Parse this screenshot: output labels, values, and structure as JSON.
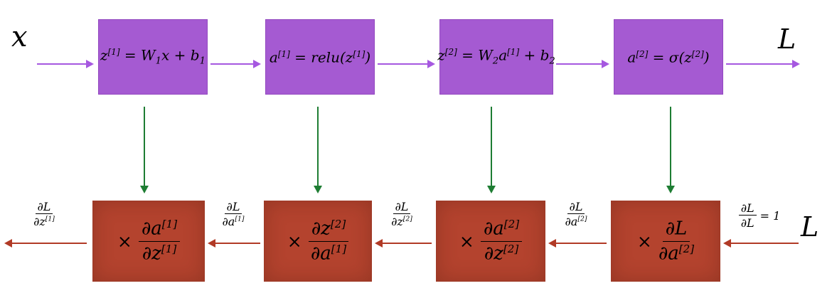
{
  "colors": {
    "forward_box": "#a55ad2",
    "forward_arrow": "#a658e0",
    "down_arrow": "#1e7d33",
    "backward_box": "#b4432e",
    "backward_arrow": "#b13a26",
    "text": "#000000"
  },
  "forward": {
    "input_label": "x",
    "output_label": "L",
    "boxes": [
      {
        "t1": "z",
        "s1": "[1]",
        "t2": " = W",
        "b1": "1",
        "t3": "x + b",
        "b2": "1"
      },
      {
        "t1": "a",
        "s1": "[1]",
        "t2": " = relu(z",
        "s2": "[1]",
        "t3": ")"
      },
      {
        "t1": "z",
        "s1": "[2]",
        "t2": " = W",
        "b1": "2",
        "t3": "a",
        "s2": "[1]",
        "t4": " + b",
        "b2": "2"
      },
      {
        "t1": "a",
        "s1": "[2]",
        "t2": " = σ(z",
        "s2": "[2]",
        "t3": ")"
      }
    ]
  },
  "backward": {
    "output_label": "L",
    "boxes": [
      {
        "times": "×",
        "num_t": "∂a",
        "num_s": "[1]",
        "den_t": "∂z",
        "den_s": "[1]"
      },
      {
        "times": "×",
        "num_t": "∂z",
        "num_s": "[2]",
        "den_t": "∂a",
        "den_s": "[1]"
      },
      {
        "times": "×",
        "num_t": "∂a",
        "num_s": "[2]",
        "den_t": "∂z",
        "den_s": "[2]"
      },
      {
        "times": "×",
        "num_t": "∂L",
        "num_s": "",
        "den_t": "∂a",
        "den_s": "[2]"
      }
    ],
    "arrow_labels": [
      {
        "num_t": "∂L",
        "num_s": "",
        "den_t": "∂z",
        "den_s": "[1]",
        "suffix": ""
      },
      {
        "num_t": "∂L",
        "num_s": "",
        "den_t": "∂a",
        "den_s": "[1]",
        "suffix": ""
      },
      {
        "num_t": "∂L",
        "num_s": "",
        "den_t": "∂z",
        "den_s": "[2]",
        "suffix": ""
      },
      {
        "num_t": "∂L",
        "num_s": "",
        "den_t": "∂a",
        "den_s": "[2]",
        "suffix": ""
      },
      {
        "num_t": "∂L",
        "num_s": "",
        "den_t": "∂L",
        "den_s": "",
        "suffix": "= 1"
      }
    ]
  }
}
